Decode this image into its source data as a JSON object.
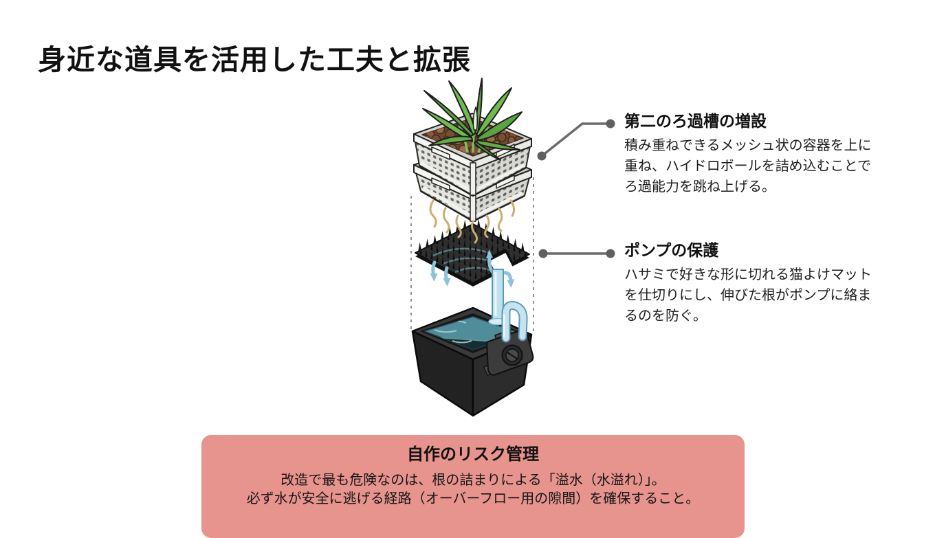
{
  "title": "身近な道具を活用した工夫と拡張",
  "callouts": [
    {
      "id": "second-filter",
      "title": "第二のろ過槽の増設",
      "body": "積み重ねできるメッシュ状の容器を上に重ね、ハイドロボールを詰め込むことでろ過能力を跳ね上げる。"
    },
    {
      "id": "pump-protection",
      "title": "ポンプの保護",
      "body": "ハサミで好きな形に切れる猫よけマットを仕切りにし、伸びた根がポンプに絡まるのを防ぐ。"
    }
  ],
  "risk_box": {
    "title": "自作のリスク管理",
    "line1": "改造で最も危険なのは、根の詰まりによる「溢水（水溢れ）」。",
    "line2": "必ず水が安全に逃げる経路（オーバーフロー用の隙間）を確保すること。"
  },
  "illustration": {
    "parts": "plant, stacked mesh baskets with hydroballs, roots, cat-repellent spike mat with notch, water flow arrows, black reservoir tub with divider wall, water pump, outlet tube"
  },
  "colors": {
    "risk_box_bg": "#e8948e",
    "connector": "#6a6a6a",
    "heading_text": "#111111",
    "body_text": "#1d1d1d",
    "leaf_green": "#6fbb4f",
    "hydroball_brown": "#8a5a3d",
    "water_teal": "#4f8d9a",
    "tube_blue": "#bfe1ee"
  }
}
